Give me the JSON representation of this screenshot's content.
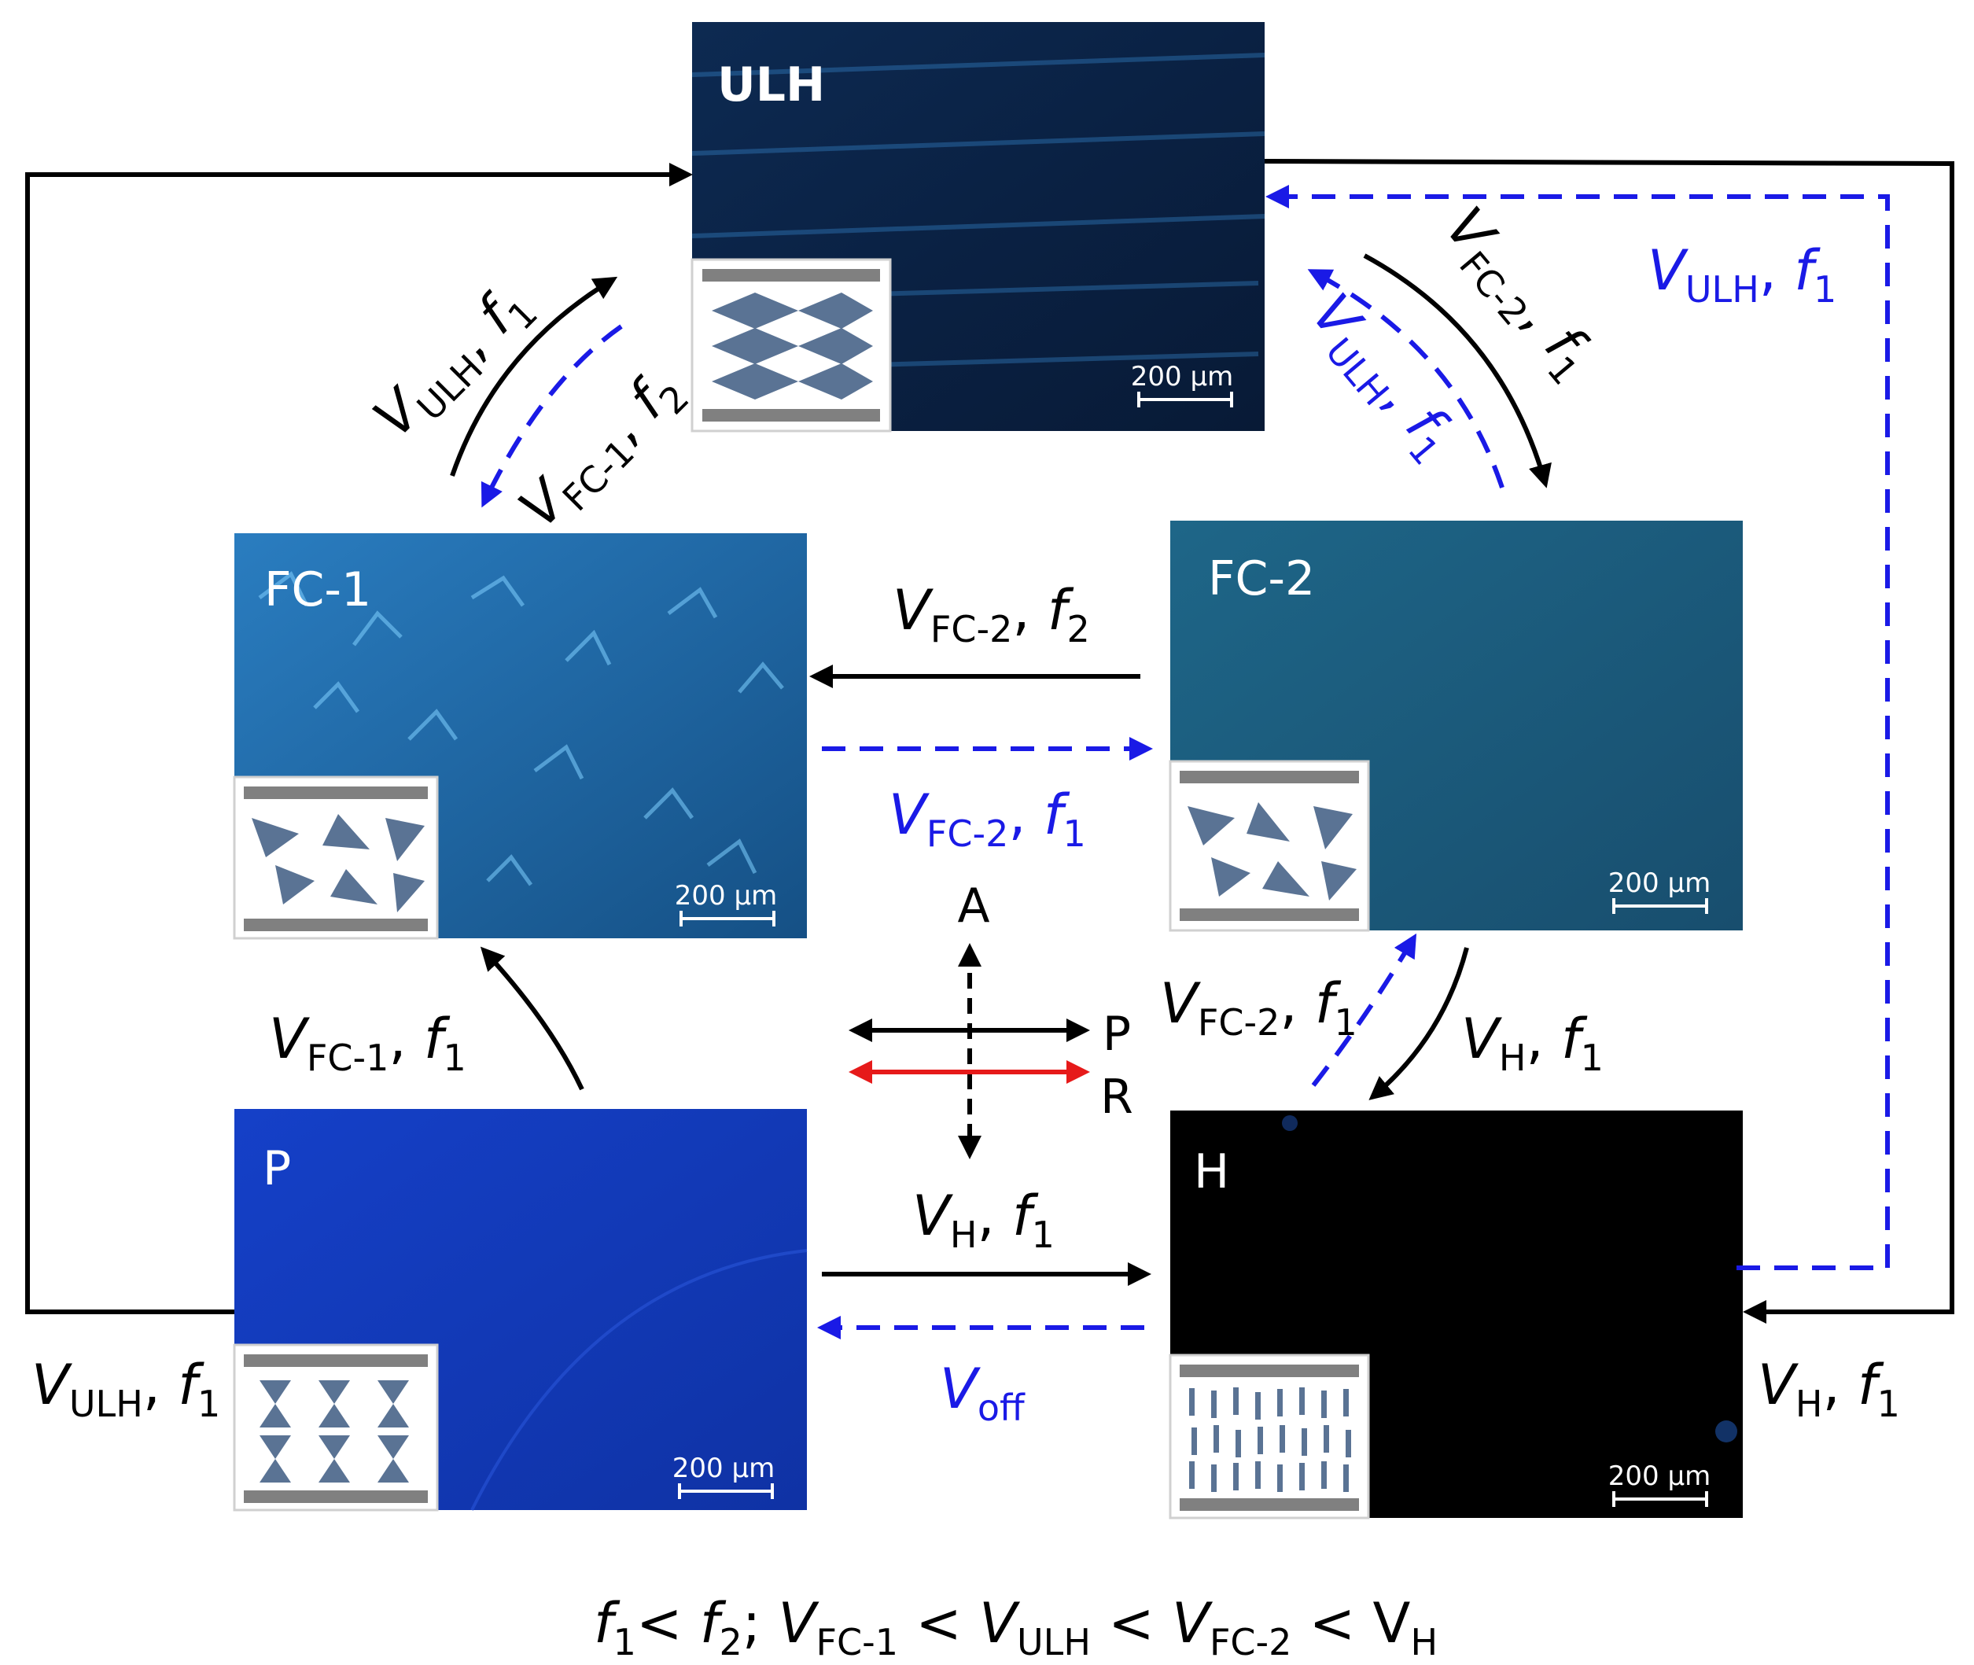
{
  "colors": {
    "solid_arrow": "#000000",
    "dashed_arrow": "#1a1ae6",
    "reference_arrow": "#e61a1a",
    "uniformly_lying_helix_panel": "#0a1f3d",
    "focal_conic_1_panel": "#1d5f99",
    "focal_conic_2_panel": "#1b5a78",
    "planar_panel": "#1238b8",
    "homeotropic_panel": "#000000"
  },
  "icons": [
    "lying-helix-structure-icon",
    "focal-conic-1-structure-icon",
    "focal-conic-2-structure-icon",
    "planar-structure-icon",
    "homeotropic-structure-icon"
  ],
  "panels": [
    {
      "id": "ulh",
      "name": "ULH",
      "scale": "200 μm"
    },
    {
      "id": "fc1",
      "name": "FC-1",
      "scale": "200 μm"
    },
    {
      "id": "fc2",
      "name": "FC-2",
      "scale": "200 μm"
    },
    {
      "id": "p",
      "name": "P",
      "scale": "200 μm"
    },
    {
      "id": "h",
      "name": "H",
      "scale": "200 μm"
    }
  ],
  "polarizers": {
    "analyzer": "A",
    "polarizer": "P",
    "rubbing": "R"
  },
  "labels": {
    "fc1_to_ulh": [
      {
        "t": "V",
        "i": 1
      },
      {
        "t": "ULH",
        "sub": 1
      },
      {
        "t": ", "
      },
      {
        "t": "f",
        "i": 1
      },
      {
        "t": "1",
        "sub": 1
      }
    ],
    "ulh_to_fc1": [
      {
        "t": "V",
        "i": 1
      },
      {
        "t": "FC-1",
        "sub": 1
      },
      {
        "t": ", "
      },
      {
        "t": "f",
        "i": 1
      },
      {
        "t": "2",
        "sub": 1
      }
    ],
    "ulh_to_fc2": [
      {
        "t": "V",
        "i": 1
      },
      {
        "t": "FC-2",
        "sub": 1
      },
      {
        "t": ", "
      },
      {
        "t": "f",
        "i": 1
      },
      {
        "t": "1",
        "sub": 1
      }
    ],
    "fc2_to_ulh": [
      {
        "t": "V",
        "i": 1
      },
      {
        "t": "ULH",
        "sub": 1
      },
      {
        "t": ", "
      },
      {
        "t": "f",
        "i": 1
      },
      {
        "t": "1",
        "sub": 1
      }
    ],
    "h_to_ulh": [
      {
        "t": "V",
        "i": 1
      },
      {
        "t": "ULH",
        "sub": 1
      },
      {
        "t": ", "
      },
      {
        "t": "f",
        "i": 1
      },
      {
        "t": "1",
        "sub": 1
      }
    ],
    "fc2_to_fc1": [
      {
        "t": "V",
        "i": 1
      },
      {
        "t": "FC-2",
        "sub": 1
      },
      {
        "t": ", "
      },
      {
        "t": "f",
        "i": 1
      },
      {
        "t": "2",
        "sub": 1
      }
    ],
    "fc1_to_fc2": [
      {
        "t": "V",
        "i": 1
      },
      {
        "t": "FC-2",
        "sub": 1
      },
      {
        "t": ", "
      },
      {
        "t": "f",
        "i": 1
      },
      {
        "t": "1",
        "sub": 1
      }
    ],
    "p_to_fc1": [
      {
        "t": "V",
        "i": 1
      },
      {
        "t": "FC-1",
        "sub": 1
      },
      {
        "t": ", "
      },
      {
        "t": "f",
        "i": 1
      },
      {
        "t": "1",
        "sub": 1
      }
    ],
    "h_to_fc2": [
      {
        "t": "V",
        "i": 1
      },
      {
        "t": "FC-2",
        "sub": 1
      },
      {
        "t": ", "
      },
      {
        "t": "f",
        "i": 1
      },
      {
        "t": "1",
        "sub": 1
      }
    ],
    "fc2_to_h": [
      {
        "t": "V",
        "i": 1
      },
      {
        "t": "H",
        "sub": 1
      },
      {
        "t": ", "
      },
      {
        "t": "f",
        "i": 1
      },
      {
        "t": "1",
        "sub": 1
      }
    ],
    "p_to_h": [
      {
        "t": "V",
        "i": 1
      },
      {
        "t": "H",
        "sub": 1
      },
      {
        "t": ", "
      },
      {
        "t": "f",
        "i": 1
      },
      {
        "t": "1",
        "sub": 1
      }
    ],
    "h_to_p": [
      {
        "t": "V",
        "i": 1
      },
      {
        "t": "off",
        "sub": 1
      }
    ],
    "p_to_ulh": [
      {
        "t": "V",
        "i": 1
      },
      {
        "t": "ULH",
        "sub": 1
      },
      {
        "t": ", "
      },
      {
        "t": "f",
        "i": 1
      },
      {
        "t": "1",
        "sub": 1
      }
    ],
    "ulh_to_h": [
      {
        "t": "V",
        "i": 1
      },
      {
        "t": "H",
        "sub": 1
      },
      {
        "t": ", "
      },
      {
        "t": "f",
        "i": 1
      },
      {
        "t": "1",
        "sub": 1
      }
    ],
    "condition": [
      {
        "t": "f",
        "i": 1
      },
      {
        "t": "1",
        "sub": 1
      },
      {
        "t": "< "
      },
      {
        "t": "f",
        "i": 1
      },
      {
        "t": "2",
        "sub": 1
      },
      {
        "t": "; "
      },
      {
        "t": "V",
        "i": 1
      },
      {
        "t": "FC-1",
        "sub": 1
      },
      {
        "t": " < "
      },
      {
        "t": "V",
        "i": 1
      },
      {
        "t": "ULH",
        "sub": 1
      },
      {
        "t": " < "
      },
      {
        "t": "V",
        "i": 1
      },
      {
        "t": "FC-2",
        "sub": 1
      },
      {
        "t": " < V"
      },
      {
        "t": "H",
        "sub": 1
      }
    ]
  }
}
